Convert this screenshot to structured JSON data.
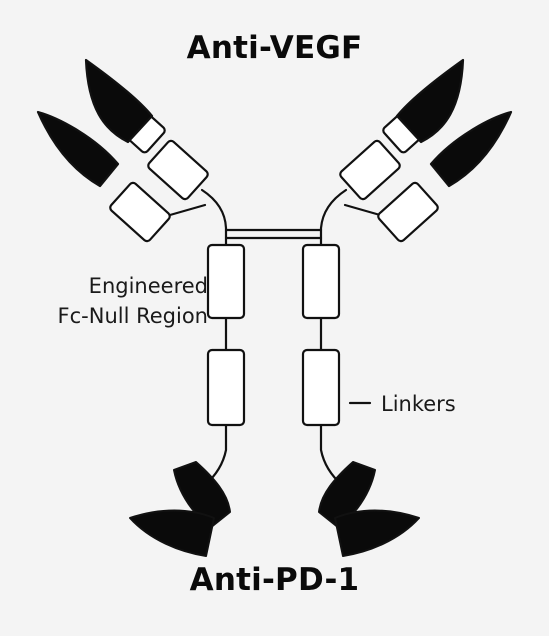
{
  "diagram": {
    "top_label": "Anti-VEGF",
    "bottom_label": "Anti-PD-1",
    "fc_region_label": [
      "Engineered",
      "Fc-Null Region"
    ],
    "linker_label": "Linkers"
  },
  "colors": {
    "background": "#f4f4f4",
    "stroke": "#111111",
    "fill_dark": "#0a0a0a",
    "fill_light": "#ffffff"
  }
}
